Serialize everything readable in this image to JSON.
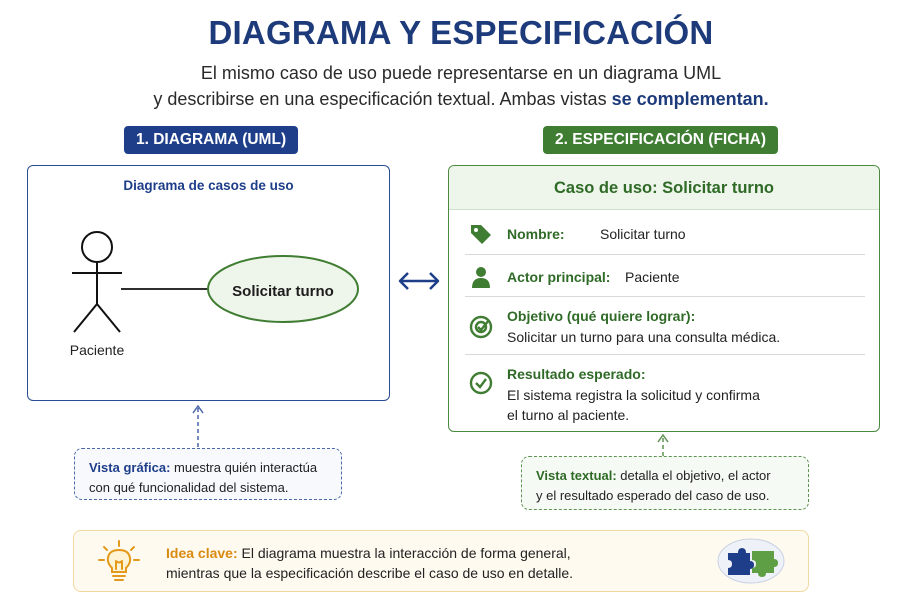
{
  "header": {
    "title": "DIAGRAMA Y ESPECIFICACIÓN",
    "subtitle_line1": "El mismo caso de uso puede representarse en un diagrama UML",
    "subtitle_line2_pre": "y describirse en una especificación textual. Ambas vistas",
    "subtitle_line2_hl": "se complementan."
  },
  "uml": {
    "badge": "1. DIAGRAMA (UML)",
    "caption": "Diagrama de casos de uso",
    "actor": "Paciente",
    "use_case": "Solicitar turno"
  },
  "spec": {
    "badge": "2. ESPECIFICACIÓN (FICHA)",
    "header": "Caso de uso: Solicitar turno",
    "nombre_label": "Nombre:",
    "nombre_value": "Solicitar turno",
    "actor_label": "Actor principal:",
    "actor_value": "Paciente",
    "objetivo_label": "Objetivo (qué quiere lograr):",
    "objetivo_text": "Solicitar un turno para una consulta médica.",
    "resultado_label": "Resultado esperado:",
    "resultado_line1": "El sistema registra la solicitud y confirma",
    "resultado_line2": "el turno al paciente."
  },
  "notes": {
    "grafica_label": "Vista gráfica:",
    "grafica_line1": " muestra quién interactúa",
    "grafica_line2": "con qué funcionalidad del sistema.",
    "textual_label": "Vista textual:",
    "textual_line1": " detalla el objetivo, el actor",
    "textual_line2": "y el resultado esperado del caso de uso."
  },
  "key": {
    "label": "Idea clave:",
    "line1": " El diagrama muestra la interacción de forma general,",
    "line2": "mientras que la especificación describe el caso de uso en detalle."
  },
  "icons": {
    "nombre": "tag-icon",
    "actor": "person-icon",
    "objetivo": "target-icon",
    "resultado": "check-circle-icon",
    "key": "lightbulb-icon",
    "puzzle": "puzzle-icon",
    "link": "double-arrow-icon"
  },
  "colors": {
    "blue": "#1e3e8a",
    "green": "#3f7d32",
    "orange": "#d98a10"
  }
}
